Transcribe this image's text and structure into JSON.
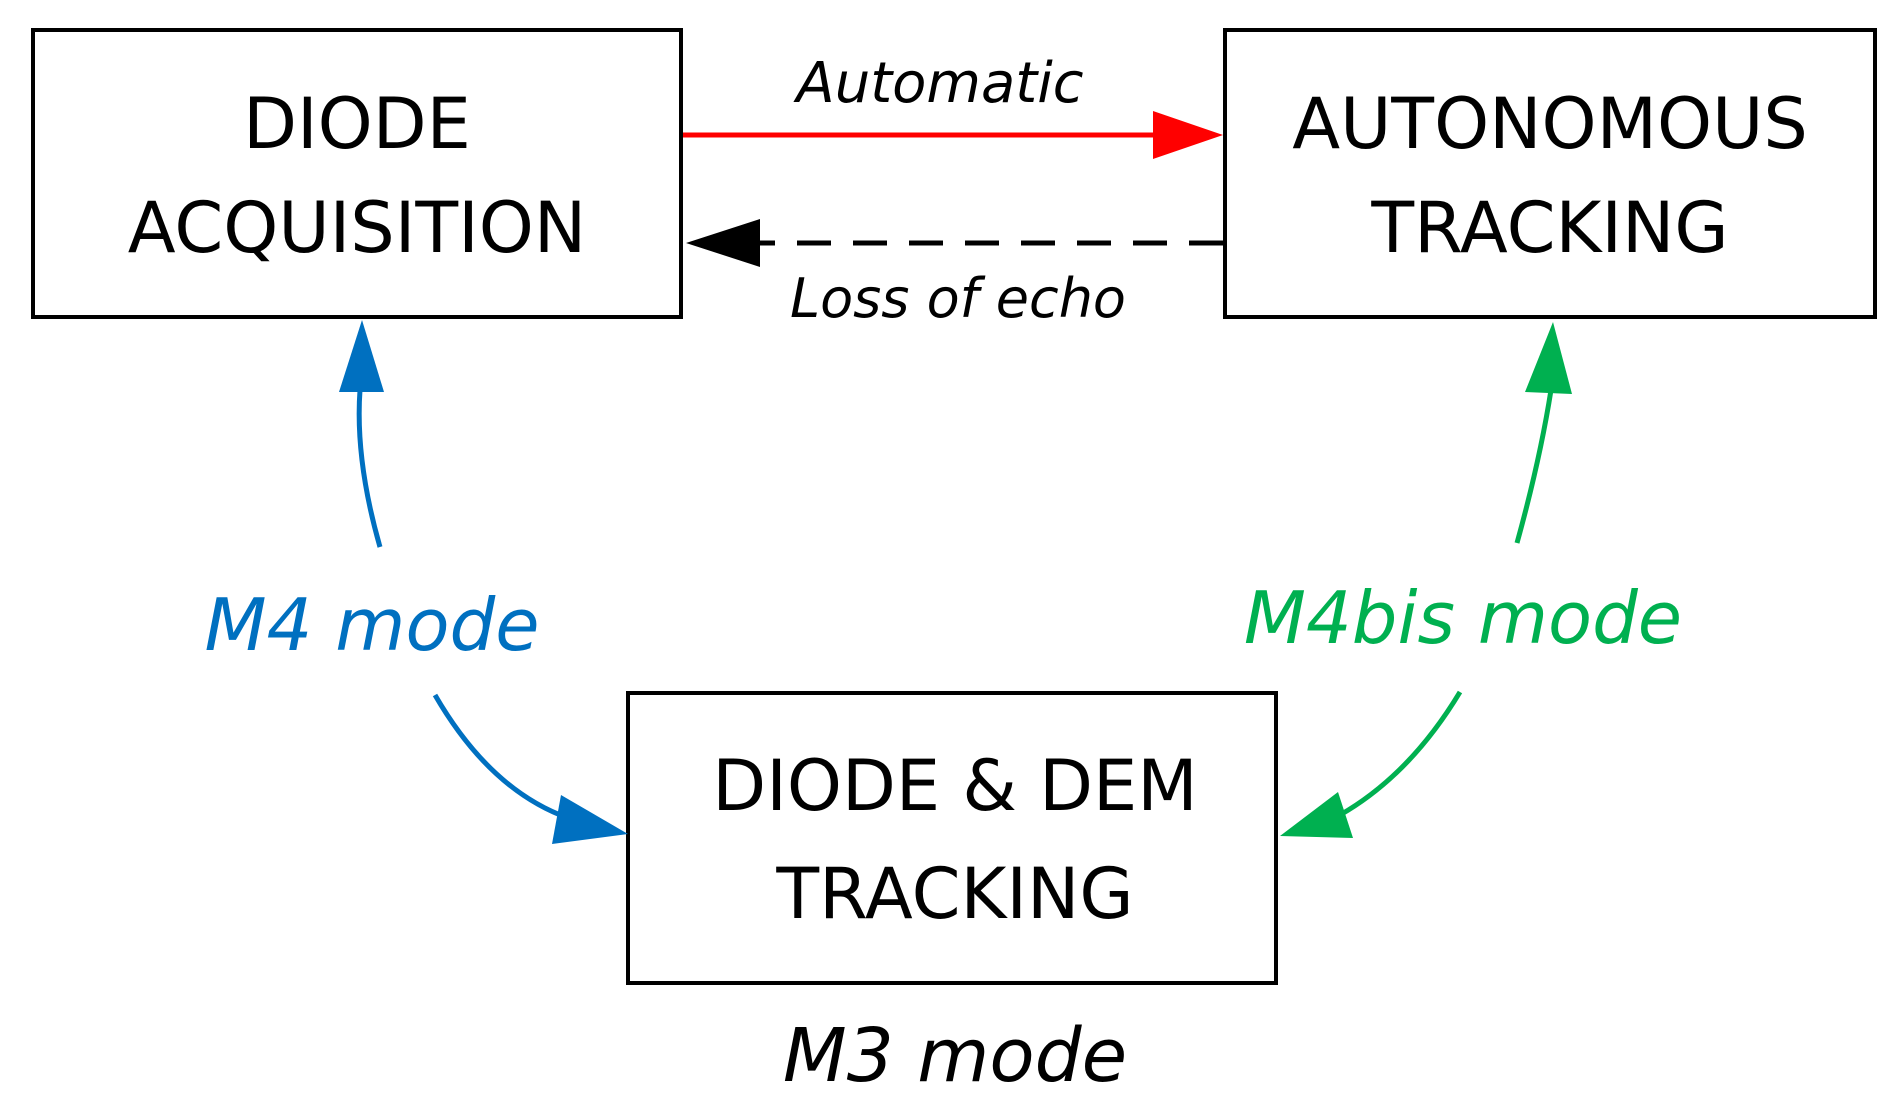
{
  "nodes": {
    "diode_acquisition": {
      "line1": "DIODE",
      "line2": "ACQUISITION"
    },
    "autonomous_tracking": {
      "line1": "AUTONOMOUS",
      "line2": "TRACKING"
    },
    "diode_dem_tracking": {
      "line1": "DIODE & DEM",
      "line2": "TRACKING"
    }
  },
  "edges": {
    "automatic": {
      "label": "Automatic",
      "color": "#ff0000",
      "style": "solid"
    },
    "loss_of_echo": {
      "label": "Loss of echo",
      "color": "#000000",
      "style": "dashed"
    },
    "m4": {
      "label": "M4 mode",
      "color": "#0070c0"
    },
    "m4bis": {
      "label": "M4bis mode",
      "color": "#00b050"
    }
  },
  "captions": {
    "m3": {
      "label": "M3 mode",
      "color": "#000000"
    }
  }
}
